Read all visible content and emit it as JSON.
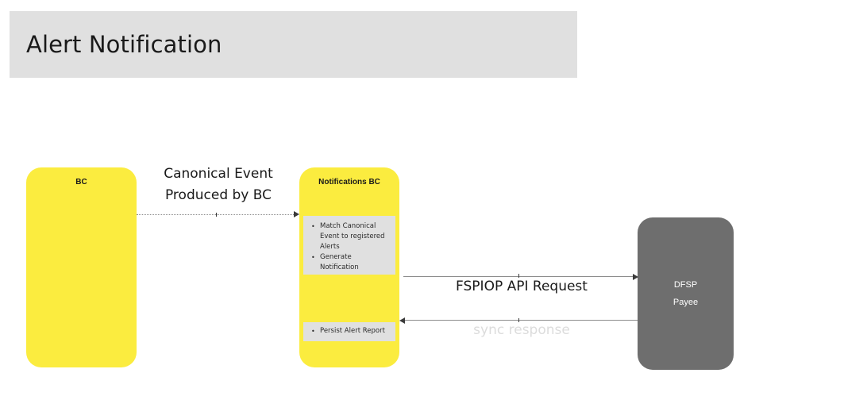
{
  "header": {
    "title": "Alert Notification"
  },
  "lanes": [
    {
      "id": "bc",
      "title": "BC",
      "color": "#fbec3f"
    },
    {
      "id": "notifications",
      "title": "Notifications BC",
      "color": "#fbec3f"
    },
    {
      "id": "dfsp",
      "title_line1": "DFSP",
      "title_line2": "Payee",
      "color": "#6e6e6e"
    }
  ],
  "tasks": {
    "match": {
      "items": [
        "Match Canonical Event to registered Alerts",
        "Generate Notification"
      ]
    },
    "persist": {
      "items": [
        "Persist Alert Report"
      ]
    }
  },
  "edges": [
    {
      "id": "canonical",
      "label_line1": "Canonical Event",
      "label_line2": "Produced by BC",
      "style": "dotted",
      "direction": "right",
      "color": "#8c8c8c"
    },
    {
      "id": "request",
      "label": "FSPIOP API Request",
      "style": "solid",
      "direction": "right",
      "color": "#8c8c8c"
    },
    {
      "id": "response",
      "label": "sync response",
      "style": "solid",
      "direction": "left",
      "color": "#8c8c8c",
      "label_color": "#dcdcdc"
    }
  ],
  "colors": {
    "banner": "#e0e0e0",
    "yellow": "#fbec3f",
    "gray_lane": "#6e6e6e",
    "task_box": "#e0e0e0",
    "text_dark": "#1a1a1a"
  }
}
